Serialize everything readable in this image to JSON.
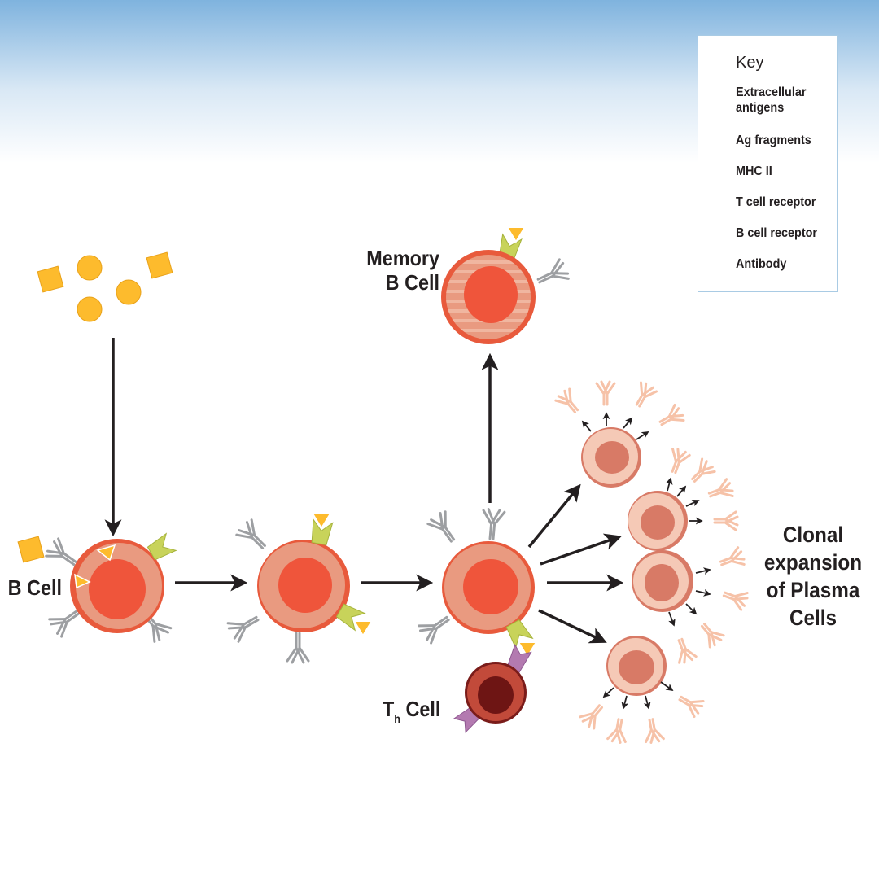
{
  "labels": {
    "b_cell": "B Cell",
    "memory_line1": "Memory",
    "memory_line2": "B Cell",
    "th_main": "T",
    "th_sub": "h",
    "th_rest": " Cell",
    "clonal_line1": "Clonal",
    "clonal_line2": "expansion",
    "clonal_line3": "of Plasma",
    "clonal_line4": "Cells"
  },
  "key": {
    "title": "Key",
    "items": [
      {
        "icon": "antigen-icon",
        "line1": "Extracellular",
        "line2": "antigens"
      },
      {
        "icon": "ag-fragment-icon",
        "line1": "Ag fragments"
      },
      {
        "icon": "mhc-ii-icon",
        "line1": "MHC II"
      },
      {
        "icon": "t-cell-receptor-icon",
        "line1": "T cell receptor"
      },
      {
        "icon": "b-cell-receptor-icon",
        "line1": "B cell receptor"
      },
      {
        "icon": "antibody-icon",
        "line1": "Antibody"
      }
    ]
  },
  "colors": {
    "sky_top": "#7fb3de",
    "cell_outer": "#e85a3c",
    "cell_body": "#e99a80",
    "nucleus": "#ef553b",
    "plasma_body": "#f5c9b6",
    "plasma_nucleus": "#d87a66",
    "th_body": "#c24a3a",
    "th_nucleus": "#6e1514",
    "antigen": "#fdbb2d",
    "mhc": "#c8d35a",
    "tcr": "#b37ab0",
    "bcr": "#9d9fa2",
    "antibody": "#f6c2a8",
    "arrow": "#231f20"
  }
}
